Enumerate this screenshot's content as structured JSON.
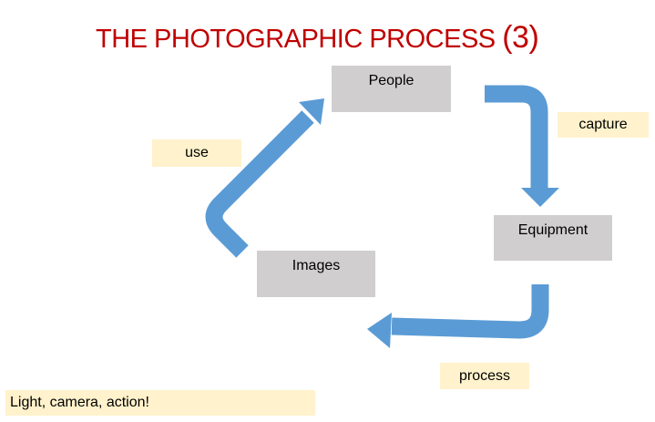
{
  "title": {
    "text": "THE PHOTOGRAPHIC PROCESS",
    "number": "(3)",
    "color": "#c00000"
  },
  "nodes": {
    "people": "People",
    "equipment": "Equipment",
    "images": "Images"
  },
  "edges": {
    "capture": "capture",
    "process": "process",
    "use": "use"
  },
  "footer": "Light, camera, action!",
  "colors": {
    "arrow": "#5b9bd5",
    "box": "#d0cece",
    "label": "#fff2cc"
  }
}
